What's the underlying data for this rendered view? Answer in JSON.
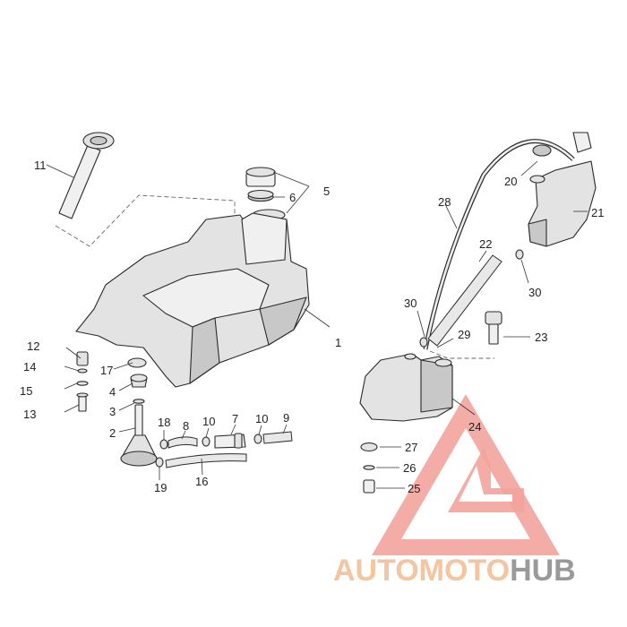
{
  "diagram": {
    "labels": [
      "1",
      "2",
      "3",
      "4",
      "5",
      "6",
      "7",
      "8",
      "9",
      "10",
      "10",
      "11",
      "12",
      "13",
      "14",
      "15",
      "16",
      "17",
      "18",
      "19",
      "20",
      "21",
      "22",
      "23",
      "24",
      "25",
      "26",
      "27",
      "28",
      "29",
      "30",
      "30"
    ]
  },
  "watermark": {
    "part1": "AUTOMOTO",
    "part2": "HUB",
    "color_light": "#f5c4a0",
    "color_red": "#e05a50",
    "color_gray": "#9a9a9a"
  }
}
